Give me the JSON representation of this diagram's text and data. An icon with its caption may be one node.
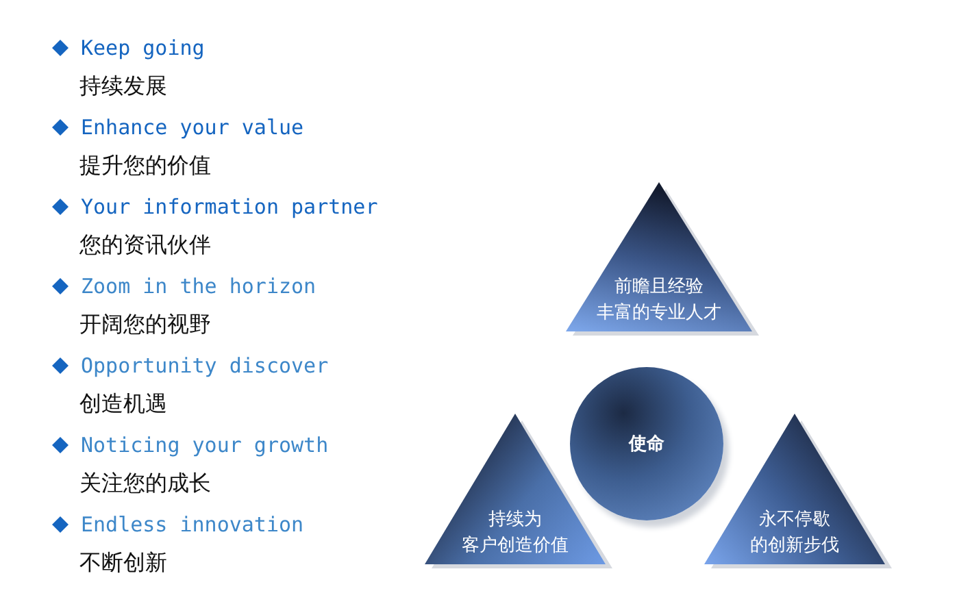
{
  "diagram": {
    "nodes": [
      {
        "text": [
          "前瞻且经验丰富的专业人才"
        ]
      },
      {
        "text": [
          "使命"
        ]
      },
      {
        "text": [
          "持续为客户创造价值"
        ]
      },
      {
        "text": [
          "永不停歇的创新步伐"
        ]
      }
    ],
    "labels": [
      "Keep going",
      "持续发展",
      "Enhance your value",
      "提升您的价值",
      "Your information partner",
      "您的资讯伙伴",
      "Zoom in the horizon",
      "开阔您的视野",
      "Opportunity discover",
      "创造机遇",
      "Noticing your growth",
      "关注您的成长",
      "Endless innovation",
      "不断创新"
    ]
  }
}
